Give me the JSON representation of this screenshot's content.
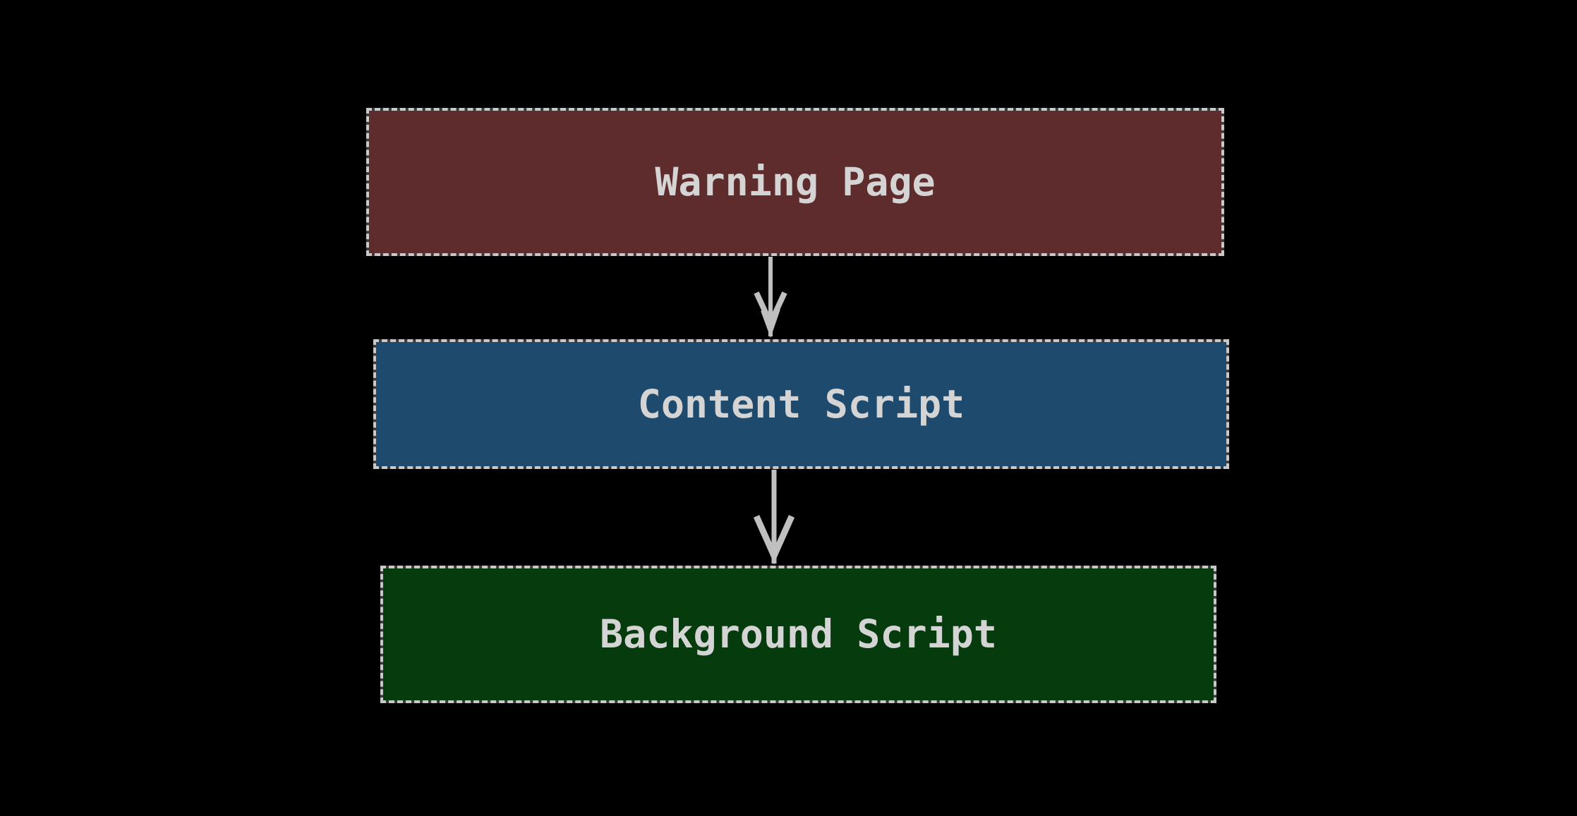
{
  "diagram": {
    "type": "flowchart",
    "direction": "top-down",
    "background_color": "#000000",
    "node_border_dash_color": "#c9c9c9",
    "node_border_gap_color": "#3b3b3b",
    "edge_color": "#c0c0c0",
    "label_color": "#d4d4d4",
    "nodes": [
      {
        "id": "warning-page",
        "label": "Warning Page",
        "fill_color": "#5e2c2c"
      },
      {
        "id": "content-script",
        "label": "Content Script",
        "fill_color": "#1e4a6d"
      },
      {
        "id": "background-script",
        "label": "Background Script",
        "fill_color": "#063b0e"
      }
    ],
    "edges": [
      {
        "from": "warning-page",
        "to": "content-script",
        "style": "vertical-arrow-chevron-head"
      },
      {
        "from": "content-script",
        "to": "background-script",
        "style": "vertical-arrow-double-chevron-head"
      }
    ]
  }
}
